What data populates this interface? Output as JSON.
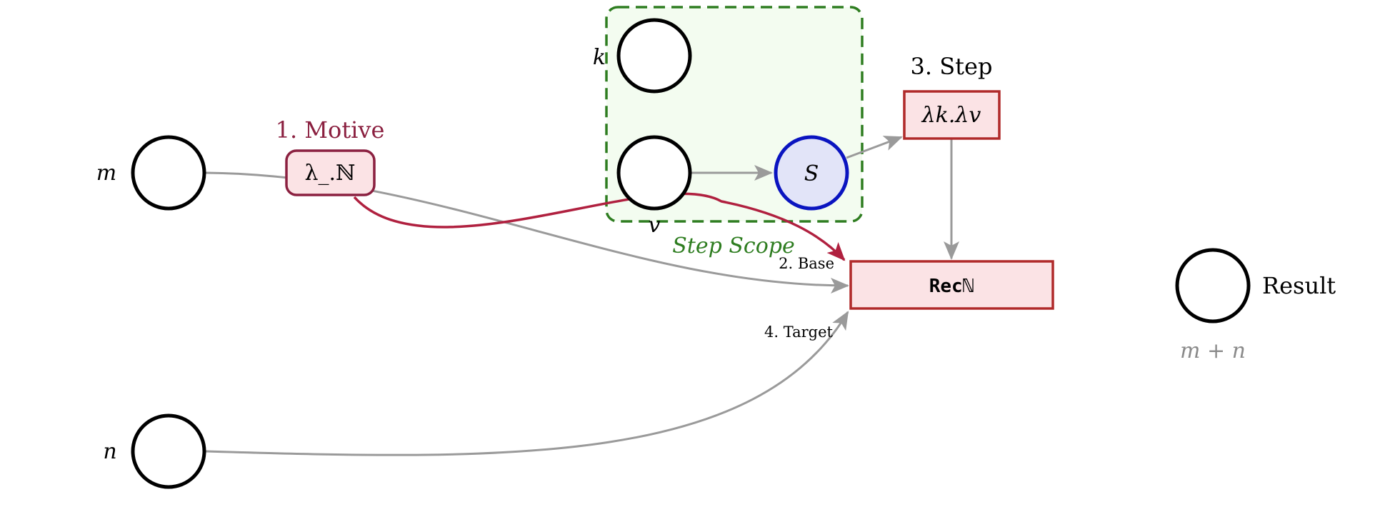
{
  "nodes": {
    "m": {
      "label": "m"
    },
    "n": {
      "label": "n"
    },
    "k": {
      "label": "k"
    },
    "v": {
      "label": "v"
    },
    "s": {
      "label": "S"
    },
    "result": {
      "label": "Result",
      "sublabel": "m + n"
    }
  },
  "boxes": {
    "motive": {
      "title": "1. Motive",
      "content": "λ_.ℕ"
    },
    "step": {
      "title": "3. Step",
      "content": "λk.λv"
    },
    "rec": {
      "content": "Recℕ"
    }
  },
  "scope": {
    "label": "Step Scope"
  },
  "edge_labels": {
    "base": "2. Base",
    "target": "4. Target"
  },
  "colors": {
    "motive": "#8b2040",
    "red_edge": "#b0203f",
    "gray_edge": "#9a9a9a",
    "scope_border": "#2e7d20",
    "scope_fill": "#f3fcf0",
    "box_fill": "#fbe3e5",
    "box_border": "#b02a2a",
    "s_fill": "#e2e4f8",
    "s_border": "#0a14c0"
  }
}
